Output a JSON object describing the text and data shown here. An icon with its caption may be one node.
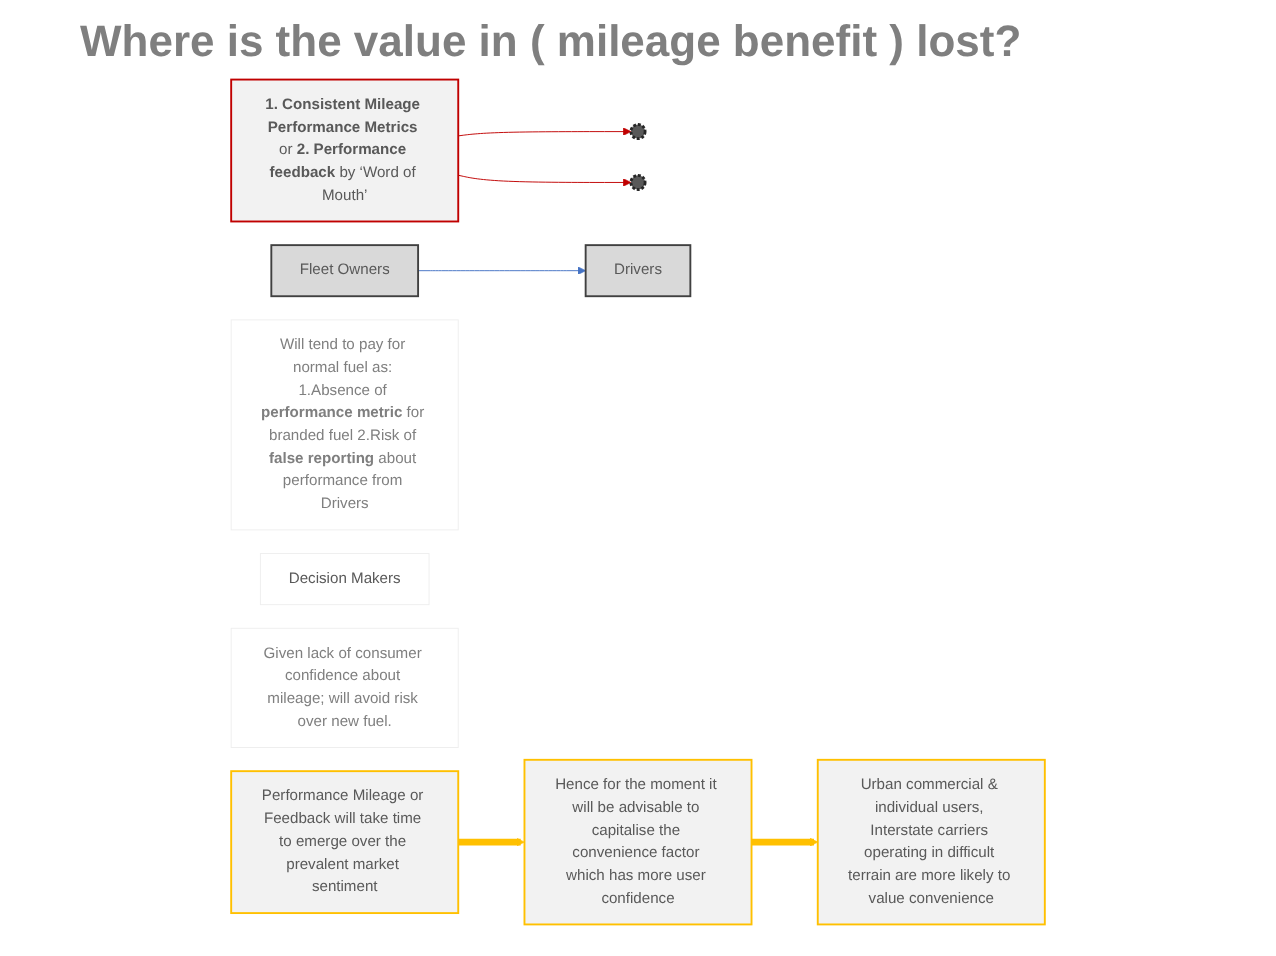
{
  "diagram": {
    "title": "Where is the value in ( mileage benefit ) lost?",
    "nodes": [
      {
        "text": [
          "Fleet Owners"
        ]
      },
      {
        "text": [
          "Drivers"
        ]
      },
      {
        "text": [
          "Will tend to pay for normal fuel as: 1.Absence of **performance metric** for branded fuel 2.Risk of **false reporting** about performance from Drivers"
        ]
      },
      {
        "text": [
          "Decision Makers"
        ]
      },
      {
        "text": [
          "Given lack of consumer confidence about mileage; will avoid risk over new fuel."
        ]
      },
      {
        "text": [],
        "shape": "gear"
      },
      {
        "text": [],
        "shape": "gear"
      },
      {
        "text": [
          "**1. Consistent Mileage Performance Metrics** or **2. Performance feedback** by ‘Word of Mouth’"
        ]
      },
      {
        "text": [
          "Performance Mileage or Feedback will take time to emerge over the prevalent market sentiment"
        ]
      },
      {
        "text": [
          "Hence for the moment it will be advisable to capitalise the convenience factor which has more user confidence"
        ]
      },
      {
        "text": [
          "Urban commercial & individual users, Interstate carriers operating in difficult terrain are more likely to value convenience"
        ]
      }
    ],
    "edges": [
      {
        "from": 0,
        "to": 1,
        "arrow": "to",
        "color": "#4472c4"
      },
      {
        "from": 7,
        "to": 5,
        "arrow": "to",
        "color": "#c00000"
      },
      {
        "from": 7,
        "to": 6,
        "arrow": "to",
        "color": "#c00000"
      },
      {
        "from": 8,
        "to": 9,
        "arrow": "to",
        "style": "thick",
        "color": "#ffc000"
      },
      {
        "from": 9,
        "to": 10,
        "arrow": "to",
        "style": "thick",
        "color": "#ffc000"
      }
    ]
  }
}
